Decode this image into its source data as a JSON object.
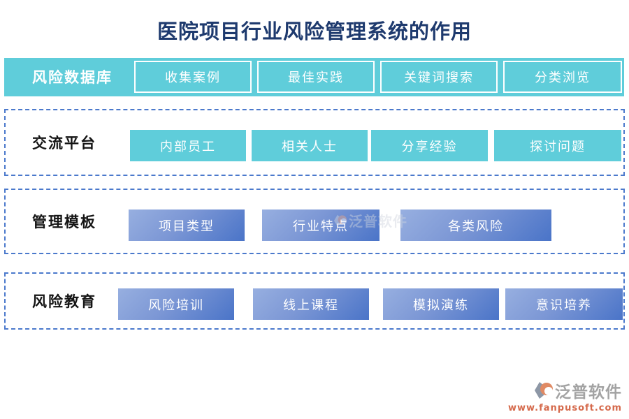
{
  "title": "医院项目行业风险管理系统的作用",
  "rows": [
    {
      "label": "风险数据库",
      "style": "teal-band-outline-buttons",
      "buttons": [
        "收集案例",
        "最佳实践",
        "关键词搜索",
        "分类浏览"
      ]
    },
    {
      "label": "交流平台",
      "style": "dashed-box-teal-buttons",
      "buttons": [
        "内部员工",
        "相关人士",
        "分享经验",
        "探讨问题"
      ]
    },
    {
      "label": "管理模板",
      "style": "dashed-box-gradient-buttons",
      "buttons": [
        "项目类型",
        "行业特点",
        "各类风险"
      ]
    },
    {
      "label": "风险教育",
      "style": "dashed-box-gradient-buttons",
      "buttons": [
        "风险培训",
        "线上课程",
        "模拟演练",
        "意识培养"
      ]
    }
  ],
  "watermark": {
    "text": "泛普软件"
  },
  "footer": {
    "brand": "泛普软件",
    "url": "www.fanpusoft.com"
  },
  "colors": {
    "title": "#1E3A6E",
    "teal": "#5FCDDA",
    "dashed_border": "#4B79CC",
    "gradient_from": "#97AFE0",
    "gradient_to": "#4A74C8",
    "footer_brand": "#A3A3A3",
    "footer_url": "#D5694B"
  }
}
